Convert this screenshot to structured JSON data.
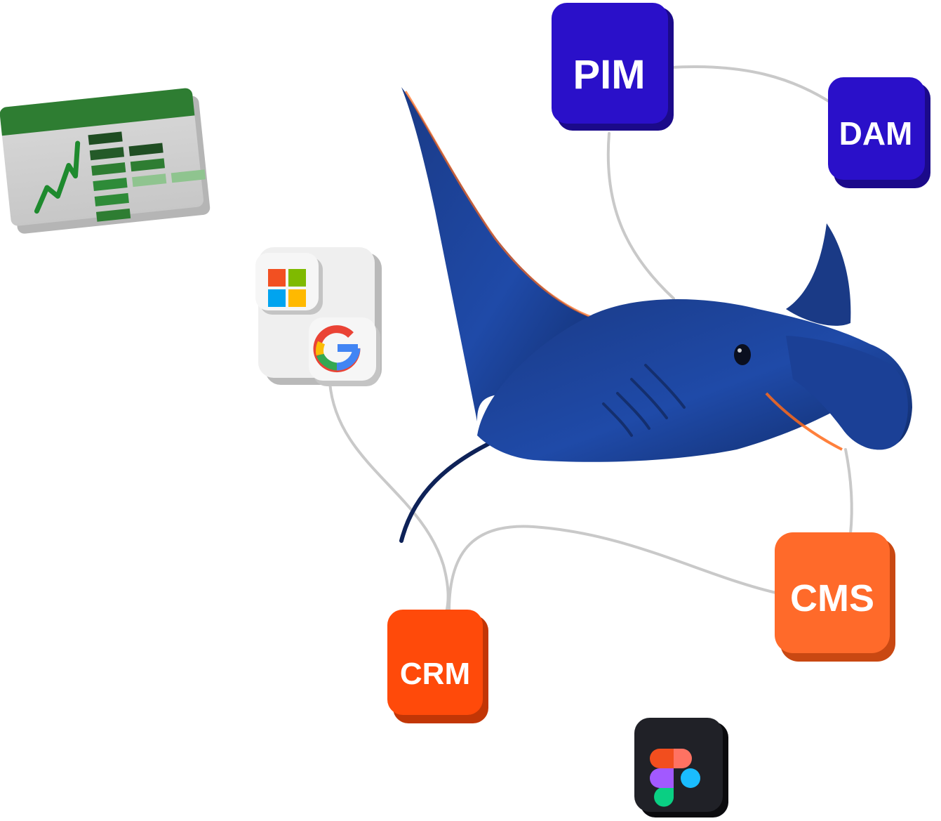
{
  "tiles": {
    "pim": {
      "label": "PIM",
      "color": "#2a10c9",
      "side_color": "#1b0a8a"
    },
    "dam": {
      "label": "DAM",
      "color": "#2a10c9",
      "side_color": "#1b0a8a"
    },
    "cms": {
      "label": "CMS",
      "color": "#ff6a2a",
      "side_color": "#c94812"
    },
    "crm": {
      "label": "CRM",
      "color": "#ff4a0a",
      "side_color": "#c23606"
    }
  },
  "icons": {
    "spreadsheet": "spreadsheet-chart-icon",
    "microsoft": "microsoft-logo-icon",
    "google": "google-logo-icon",
    "figma": "figma-logo-icon",
    "manta": "manta-ray-mascot"
  },
  "colors": {
    "connector": "#c9c9c9",
    "manta_body": "#1d3f8f",
    "manta_dark": "#0e2258",
    "manta_rim": "#ff6a1a",
    "sheet_header": "#2e7d32"
  }
}
